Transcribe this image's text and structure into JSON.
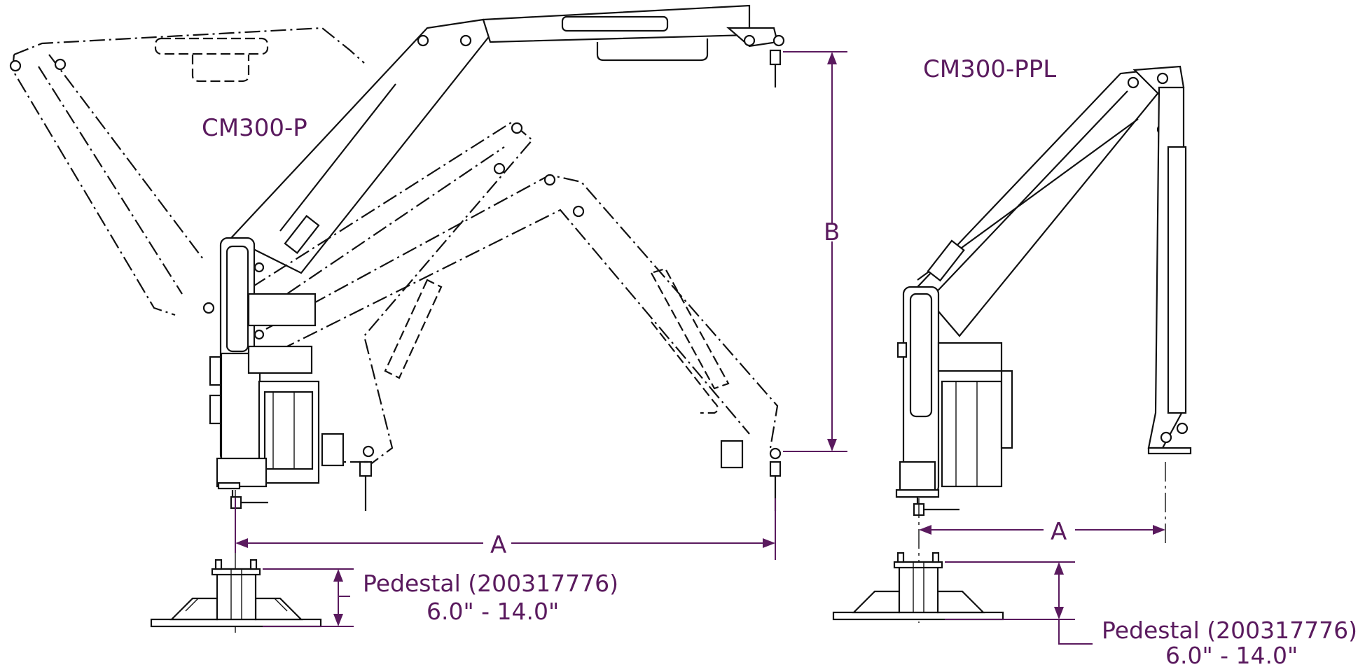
{
  "models": {
    "left": "CM300-P",
    "right": "CM300-PPL"
  },
  "dimensions": {
    "a_left": "A",
    "b": "B",
    "a_right": "A"
  },
  "pedestal_left": {
    "name": "Pedestal (200317776)",
    "range": "6.0\" - 14.0\""
  },
  "pedestal_right": {
    "name": "Pedestal (200317776)",
    "range": "6.0\" - 14.0\""
  },
  "colors": {
    "annotation": "#5a1a5e",
    "line": "#111111"
  }
}
